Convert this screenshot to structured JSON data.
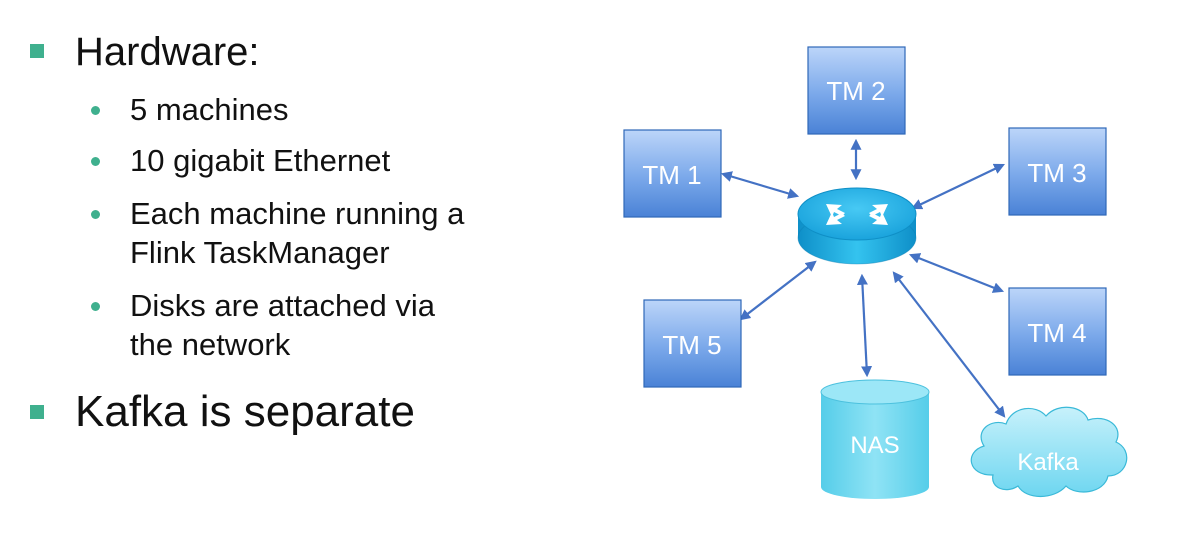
{
  "colors": {
    "level1_bullet": "#3fb08e",
    "level2_bullet": "#3fb08e",
    "tm_box_top": "#b9d3f8",
    "tm_box_bottom": "#4a86d8",
    "tm_box_border": "#2f68b8",
    "connector": "#4472c4",
    "storage": "#5fd3ee",
    "router": "#27b4e8"
  },
  "bullets": {
    "hardware": {
      "label": "Hardware:",
      "items": [
        {
          "lines": [
            "5 machines"
          ]
        },
        {
          "lines": [
            "10 gigabit Ethernet"
          ]
        },
        {
          "lines": [
            "Each machine running a",
            "Flink TaskManager"
          ]
        },
        {
          "lines": [
            "Disks are attached via",
            "the network"
          ]
        }
      ]
    },
    "kafka": {
      "label": "Kafka is separate"
    }
  },
  "diagram": {
    "nodes": {
      "tm1": "TM 1",
      "tm2": "TM 2",
      "tm3": "TM 3",
      "tm4": "TM 4",
      "tm5": "TM 5",
      "nas": "NAS",
      "kafka": "Kafka"
    },
    "router_icon": "network-router-icon"
  }
}
